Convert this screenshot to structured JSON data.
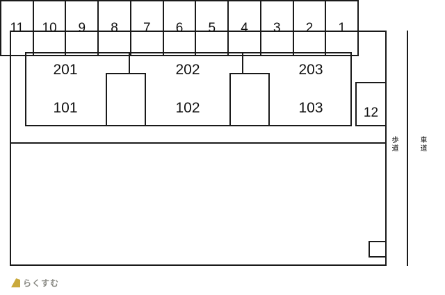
{
  "map": {
    "units": [
      {
        "upper": "201",
        "lower": "101"
      },
      {
        "upper": "202",
        "lower": "102"
      },
      {
        "upper": "203",
        "lower": "103"
      }
    ],
    "space12": "12",
    "parking": [
      "11",
      "10",
      "9",
      "8",
      "7",
      "6",
      "5",
      "4",
      "3",
      "2",
      "1"
    ],
    "sidewalk_label": "歩道",
    "road_label": "車道"
  },
  "footer": {
    "logo_text": "らくすむ"
  }
}
